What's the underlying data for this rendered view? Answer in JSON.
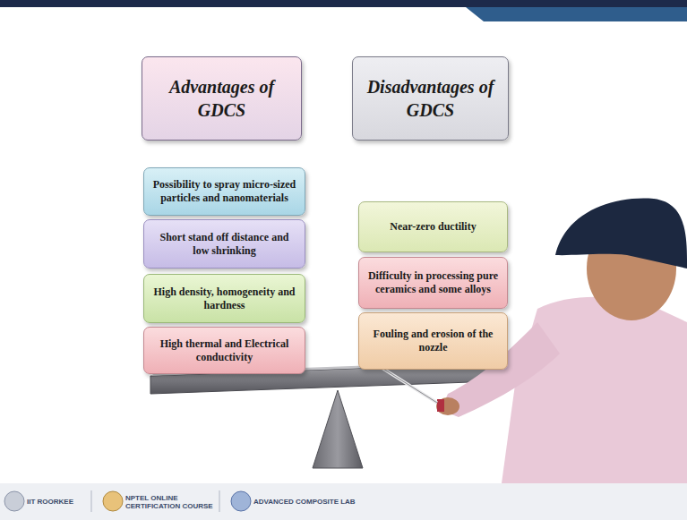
{
  "diagram": {
    "nodes": [
      {
        "text": [
          "Advantages of GDCS"
        ]
      },
      {
        "text": [
          "Disadvantages of GDCS"
        ]
      },
      {
        "text": [
          "Possibility to spray micro-sized particles and nanomaterials"
        ]
      },
      {
        "text": [
          "Short stand off distance and low shrinking"
        ]
      },
      {
        "text": [
          "High density, homogeneity and hardness"
        ]
      },
      {
        "text": [
          "High thermal and Electrical conductivity"
        ]
      },
      {
        "text": [
          "Near-zero ductility"
        ]
      },
      {
        "text": [
          "Difficulty in processing pure ceramics and some alloys"
        ]
      },
      {
        "text": [
          "Fouling and erosion of the nozzle"
        ]
      }
    ],
    "labels": [
      "IIT ROORKEE",
      "NPTEL ONLINE CERTIFICATION COURSE",
      "ADVANCED COMPOSITE LAB"
    ]
  }
}
